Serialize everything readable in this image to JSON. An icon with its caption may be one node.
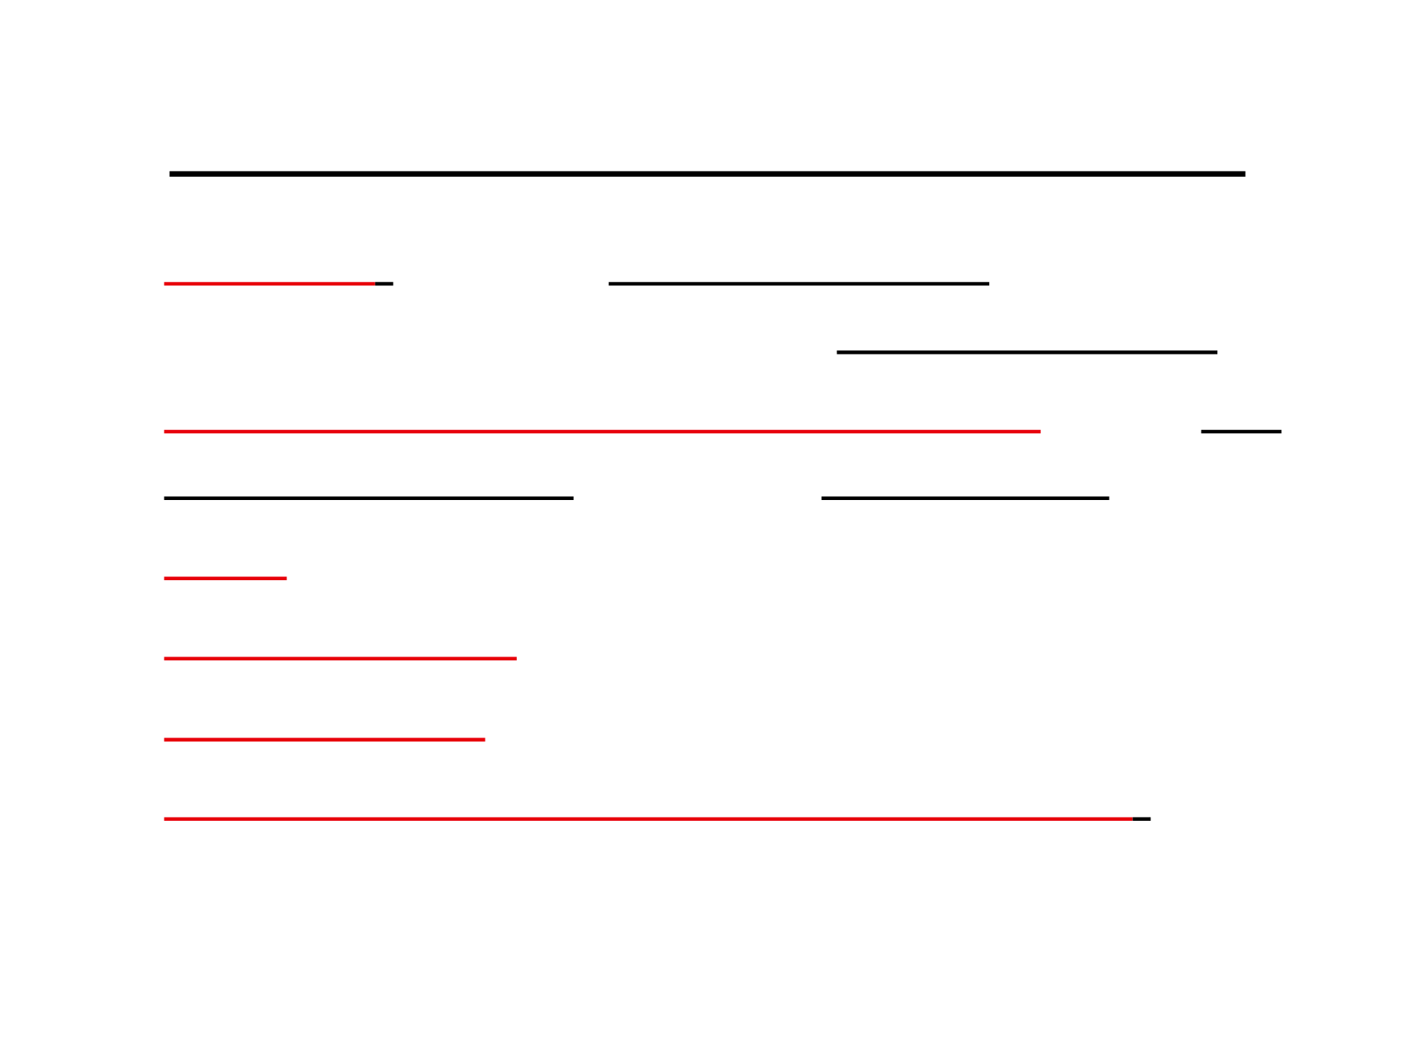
{
  "diagram": {
    "nodes": [
      {
        "text": [],
        "shape": "bar"
      },
      {
        "text": [],
        "shape": "bar"
      },
      {
        "text": [],
        "shape": "bar"
      },
      {
        "text": [],
        "shape": "bar"
      },
      {
        "text": [],
        "shape": "bar"
      },
      {
        "text": [],
        "shape": "bar"
      },
      {
        "text": [],
        "shape": "bar"
      },
      {
        "text": [],
        "shape": "bar"
      },
      {
        "text": [],
        "shape": "bar"
      },
      {
        "text": [],
        "shape": "bar"
      },
      {
        "text": [],
        "shape": "bar"
      },
      {
        "text": [],
        "shape": "bar"
      }
    ]
  }
}
